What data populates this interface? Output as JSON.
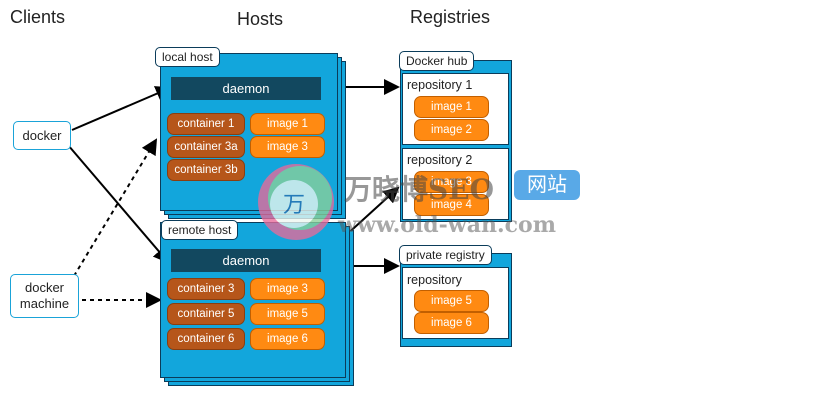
{
  "columns": {
    "clients": "Clients",
    "hosts": "Hosts",
    "registries": "Registries"
  },
  "clients": {
    "docker": "docker",
    "docker_machine": "docker machine"
  },
  "local_host": {
    "label": "local host",
    "daemon": "daemon",
    "containers": [
      "container 1",
      "container 3a",
      "container 3b"
    ],
    "images": [
      "image 1",
      "image 3"
    ]
  },
  "remote_host": {
    "label": "remote host",
    "daemon": "daemon",
    "containers": [
      "container 3",
      "container 5",
      "container 6"
    ],
    "images": [
      "image 3",
      "image 5",
      "image 6"
    ]
  },
  "docker_hub": {
    "label": "Docker hub",
    "repositories": [
      {
        "name": "repository 1",
        "images": [
          "image 1",
          "image 2"
        ]
      },
      {
        "name": "repository 2",
        "images": [
          "image 3",
          "image 4"
        ]
      }
    ]
  },
  "private_registry": {
    "label": "private registry",
    "repository": {
      "name": "repository",
      "images": [
        "image 5",
        "image 6"
      ]
    }
  },
  "watermark": {
    "brand": "万晓博SEO",
    "badge": "网站",
    "url": "www.old-wan.com"
  },
  "colors": {
    "host_blue": "#12a6dc",
    "daemon": "#12485f",
    "container": "#b6561a",
    "image": "#ff8a12",
    "border": "#0b3c5a"
  }
}
